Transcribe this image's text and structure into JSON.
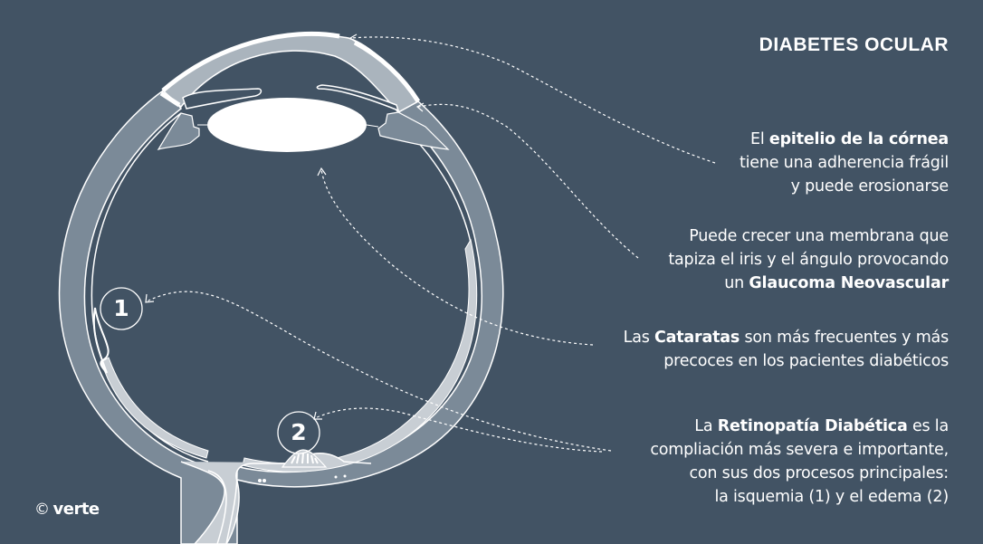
{
  "title": "DIABETES OCULAR",
  "annotations": {
    "cornea": {
      "lines": [
        {
          "pre": "El ",
          "bold": "epitelio de la córnea",
          "post": ""
        },
        {
          "pre": "tiene una adherencia frágil",
          "bold": "",
          "post": ""
        },
        {
          "pre": "y puede erosionarse",
          "bold": "",
          "post": ""
        }
      ]
    },
    "glaucoma": {
      "lines": [
        {
          "pre": "Puede crecer una membrana que",
          "bold": "",
          "post": ""
        },
        {
          "pre": "tapiza el iris y el ángulo provocando",
          "bold": "",
          "post": ""
        },
        {
          "pre": "un ",
          "bold": "Glaucoma Neovascular",
          "post": ""
        }
      ]
    },
    "cataratas": {
      "lines": [
        {
          "pre": "Las ",
          "bold": "Cataratas",
          "post": " son más frecuentes y más"
        },
        {
          "pre": "precoces en los pacientes diabéticos",
          "bold": "",
          "post": ""
        }
      ]
    },
    "retinopatia": {
      "lines": [
        {
          "pre": "La ",
          "bold": "Retinopatía Diabética",
          "post": " es la"
        },
        {
          "pre": "compliación más severa e importante,",
          "bold": "",
          "post": ""
        },
        {
          "pre": "con sus dos procesos principales:",
          "bold": "",
          "post": ""
        },
        {
          "pre": "la isquemia (1) y el edema (2)",
          "bold": "",
          "post": ""
        }
      ]
    }
  },
  "markers": {
    "isquemia": "1",
    "edema": "2"
  },
  "logo": {
    "copyright_symbol": "©",
    "brand": "verte"
  },
  "colors": {
    "background": "#425364",
    "sclera": "#7b8a98",
    "cornea_fill": "#aab4bd",
    "light_tissue": "#c8ced4",
    "lens": "#ffffff",
    "lines": "#ffffff"
  }
}
